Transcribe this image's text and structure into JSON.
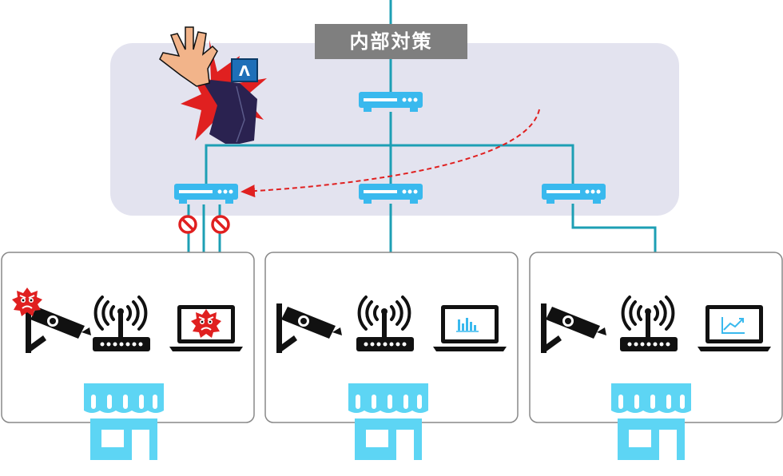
{
  "title": "内部対策",
  "colors": {
    "zone": "#e3e3ef",
    "line": "#1d9fb4",
    "switch": "#39b9ee",
    "store": "#5dd5f4",
    "threat": "#e02020",
    "label_bg": "#7f7f7f",
    "device": "#111111"
  },
  "diagram": {
    "core_switch": "switch-icon",
    "distribution_switches": 3,
    "stores": [
      {
        "devices": [
          "security-camera-icon",
          "wifi-router-icon",
          "laptop-icon"
        ],
        "infected": [
          "security-camera-icon",
          "laptop-icon"
        ],
        "blocked": true
      },
      {
        "devices": [
          "security-camera-icon",
          "wifi-router-icon",
          "laptop-bar-chart-icon"
        ],
        "infected": [],
        "blocked": false
      },
      {
        "devices": [
          "security-camera-icon",
          "wifi-router-icon",
          "laptop-line-chart-icon"
        ],
        "infected": [],
        "blocked": false
      }
    ],
    "defender": "stop-hand-defender-icon",
    "defender_badge": "Λ"
  }
}
